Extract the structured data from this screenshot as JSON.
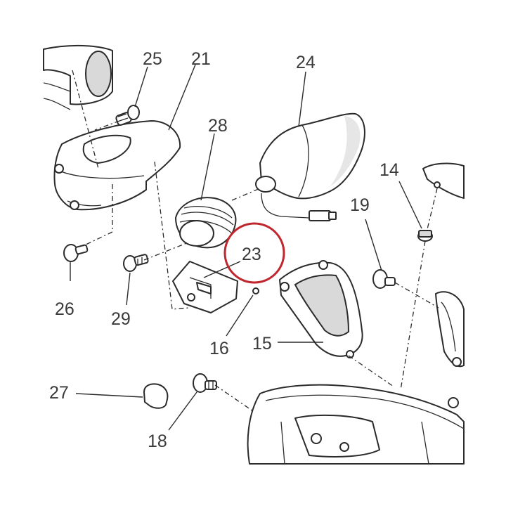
{
  "diagram": {
    "labels": {
      "p25": "25",
      "p21": "21",
      "p24": "24",
      "p28": "28",
      "p14": "14",
      "p19": "19",
      "p23": "23",
      "p26": "26",
      "p29": "29",
      "p16": "16",
      "p15": "15",
      "p27": "27",
      "p18": "18"
    },
    "highlight_color": "#c0262d",
    "line_color": "#2b2b2b"
  }
}
